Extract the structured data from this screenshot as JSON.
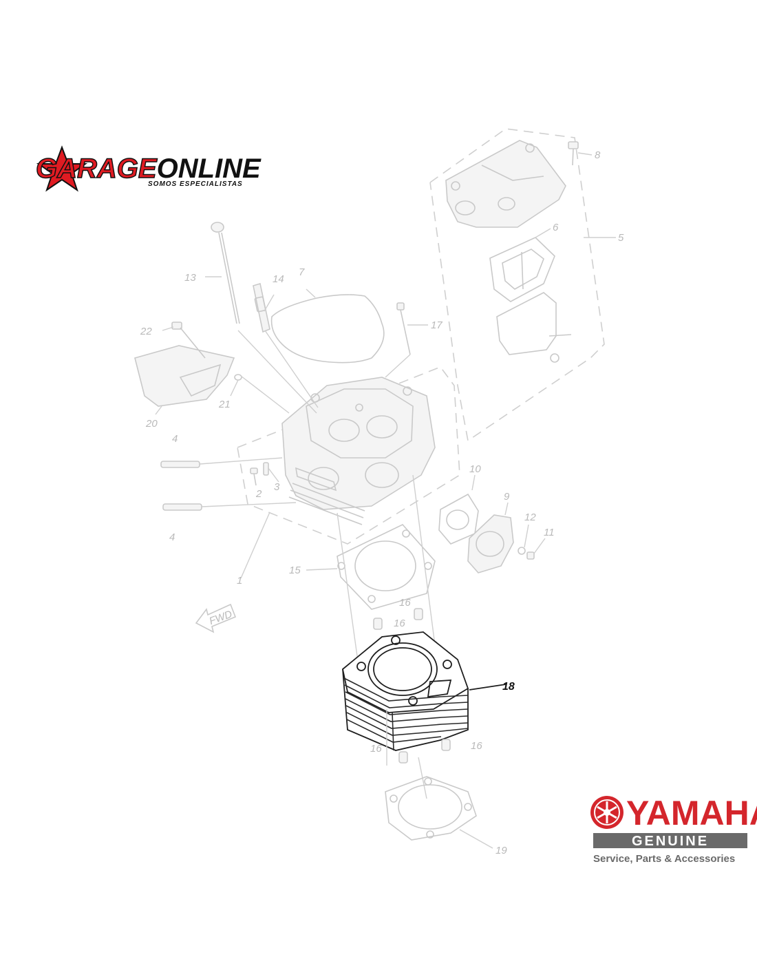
{
  "brand_logo": {
    "name_part1": "GARAGE",
    "name_part2": "ONLINE",
    "tagline": "SOMOS ESPECIALISTAS",
    "color_primary": "#e01b22",
    "color_secondary": "#111111"
  },
  "yamaha_logo": {
    "wordmark": "YAMAHA",
    "genuine": "GENUINE",
    "tagline": "Service, Parts & Accessories",
    "color_red": "#d4262c",
    "color_grey": "#6a6a6a"
  },
  "fwd_label": "FWD",
  "callouts": {
    "c1": "1",
    "c2": "2",
    "c3": "3",
    "c4a": "4",
    "c4b": "4",
    "c5": "5",
    "c6": "6",
    "c7": "7",
    "c8": "8",
    "c9": "9",
    "c10": "10",
    "c11": "11",
    "c12": "12",
    "c13": "13",
    "c14": "14",
    "c15": "15",
    "c16a": "16",
    "c16b": "16",
    "c16c": "16",
    "c16d": "16",
    "c17": "17",
    "c18": "18",
    "c19": "19",
    "c20": "20",
    "c21": "21",
    "c22": "22"
  },
  "highlighted_part": "18"
}
